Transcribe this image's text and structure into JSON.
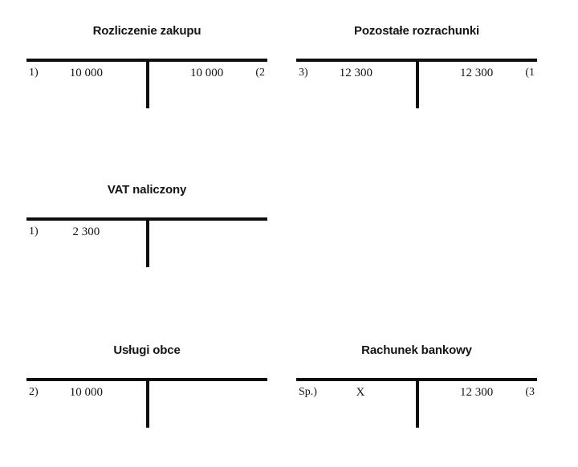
{
  "diagram": {
    "kind": "t-accounts",
    "language": "pl",
    "ink_color": "#0d0d0d",
    "background_color": "#ffffff"
  },
  "accounts": [
    {
      "id": "rozliczenie-zakupu",
      "title": "Rozliczenie zakupu",
      "debit": {
        "ref": "1)",
        "amount": "10 000"
      },
      "credit": {
        "ref": "(2",
        "amount": "10 000"
      }
    },
    {
      "id": "pozostale-rozrachunki",
      "title": "Pozostałe rozrachunki",
      "debit": {
        "ref": "3)",
        "amount": "12 300"
      },
      "credit": {
        "ref": "(1",
        "amount": "12 300"
      }
    },
    {
      "id": "vat-naliczony",
      "title": "VAT naliczony",
      "debit": {
        "ref": "1)",
        "amount": "2 300"
      },
      "credit": {
        "ref": "",
        "amount": ""
      }
    },
    {
      "id": "uslugi-obce",
      "title": "Usługi obce",
      "debit": {
        "ref": "2)",
        "amount": "10 000"
      },
      "credit": {
        "ref": "",
        "amount": ""
      }
    },
    {
      "id": "rachunek-bankowy",
      "title": "Rachunek bankowy",
      "debit": {
        "ref": "Sp.)",
        "amount": "X"
      },
      "credit": {
        "ref": "(3",
        "amount": "12 300"
      }
    }
  ]
}
